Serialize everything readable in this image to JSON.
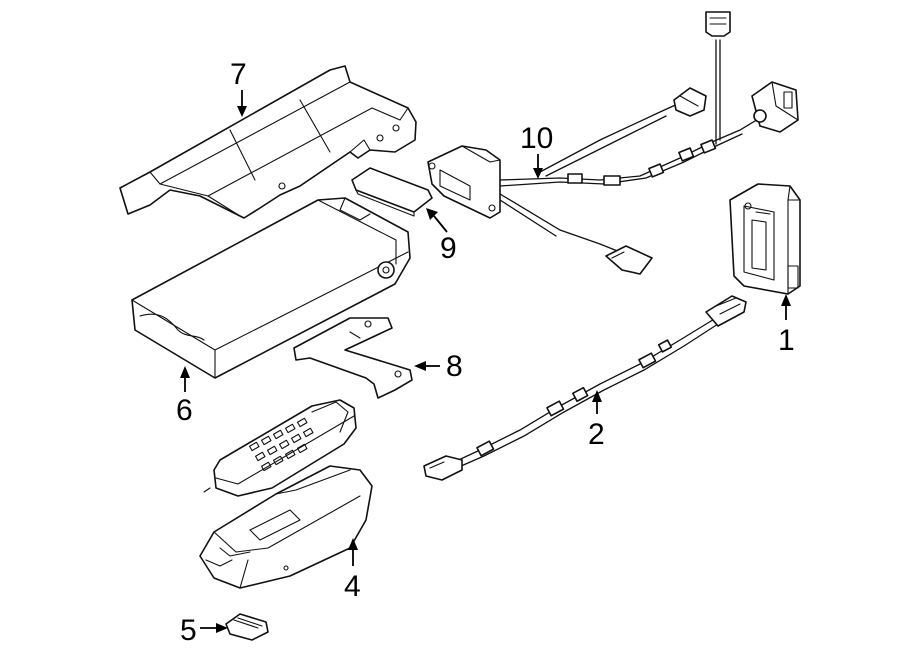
{
  "diagram": {
    "callouts": [
      {
        "id": "1",
        "label": "1"
      },
      {
        "id": "2",
        "label": "2"
      },
      {
        "id": "4",
        "label": "4"
      },
      {
        "id": "5",
        "label": "5"
      },
      {
        "id": "6",
        "label": "6"
      },
      {
        "id": "7",
        "label": "7"
      },
      {
        "id": "8",
        "label": "8"
      },
      {
        "id": "9",
        "label": "9"
      },
      {
        "id": "10",
        "label": "10"
      }
    ]
  }
}
